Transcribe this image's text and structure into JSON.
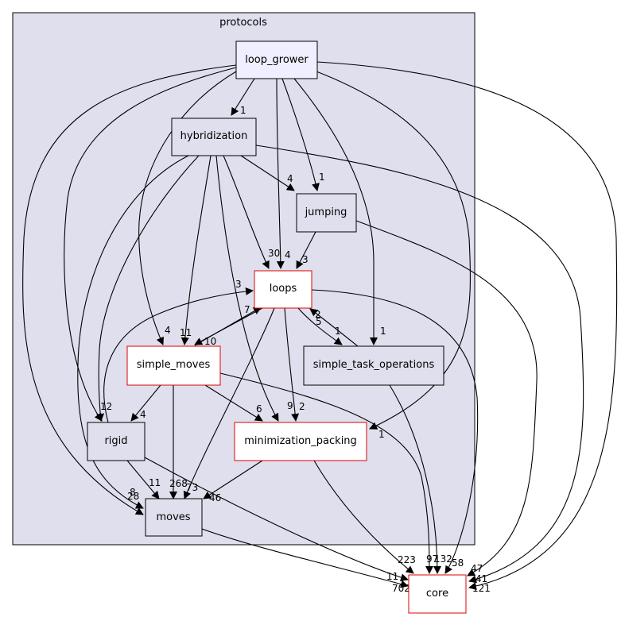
{
  "cluster": {
    "label": "protocols",
    "fill": "#dfdfee",
    "stroke": "#000000"
  },
  "colors": {
    "focus_fill": "#efefff",
    "default_fill": "#ffffff",
    "inner_fill": "#dfdfee",
    "red_border": "#e00000",
    "black_border": "#000000"
  },
  "nodes": {
    "loop_grower": "loop_grower",
    "hybridization": "hybridization",
    "jumping": "jumping",
    "loops": "loops",
    "simple_moves": "simple_moves",
    "simple_task_operations": "simple_task_operations",
    "rigid": "rigid",
    "minimization_packing": "minimization_packing",
    "moves": "moves",
    "core": "core"
  },
  "edge_labels": {
    "lg_hyb": "1",
    "lg_jump": "1",
    "hyb_jump": "4",
    "hyb_loops": "30",
    "lg_loops": "4",
    "jump_loops": "3",
    "rigid_loops": "3",
    "sm_loops": "7",
    "loops_sm": "10",
    "sto_loops": "2",
    "loops_sto": "1",
    "lg_sto": "1",
    "lg_sm": "4",
    "hyb_sm": "11",
    "lg_rigid": "12",
    "sm_rigid": "4",
    "sm_mp": "6",
    "hyb_mp": "9",
    "loops_mp": "2",
    "lg_mp": "1",
    "rigid_moves": "11",
    "sm_moves": "268",
    "loops_moves": "73",
    "mp_moves": "46",
    "lg_moves": "8",
    "hyb_moves": "28",
    "moves_core": "702",
    "rigid_core": "11",
    "mp_core": "223",
    "sm_core": "97",
    "loops_core": "132",
    "sto_core": "58",
    "jump_core": "47",
    "hyb_core": "41",
    "lg_core": "121",
    "sto_loops_back": "5"
  }
}
